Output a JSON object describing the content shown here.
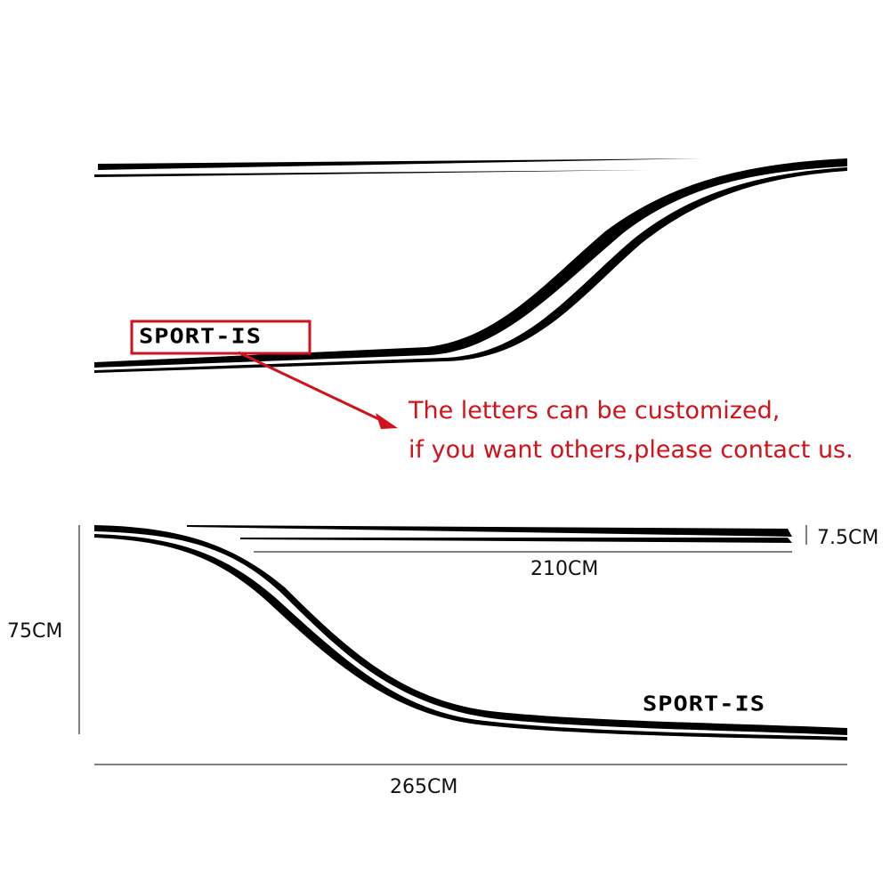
{
  "colors": {
    "ink": "#000000",
    "accent": "#d0121b",
    "background": "#ffffff"
  },
  "top_decal": {
    "text": "SPORT-IS"
  },
  "note": {
    "line1": "The letters can be customized,",
    "line2": "if you want others,please contact us."
  },
  "bottom_decal": {
    "text": "SPORT-IS"
  },
  "dimensions": {
    "height": "75CM",
    "total_length": "265CM",
    "upper_length": "210CM",
    "stripe_width": "7.5CM"
  }
}
